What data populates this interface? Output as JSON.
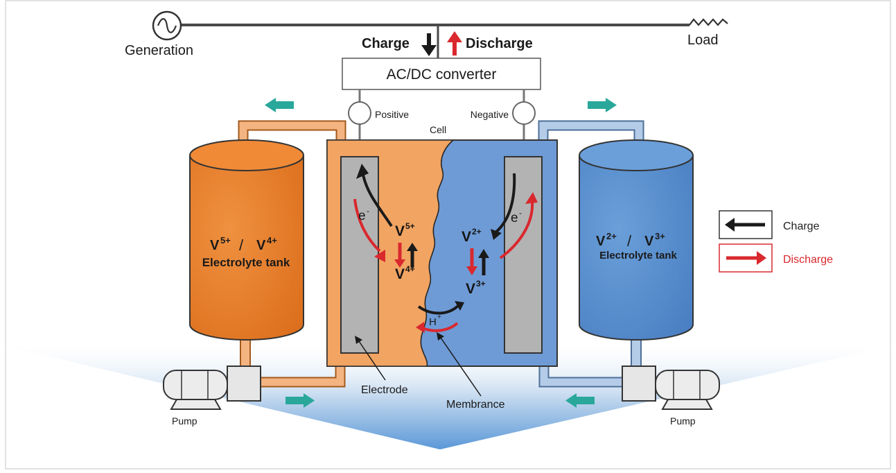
{
  "header": {
    "generation": "Generation",
    "load": "Load",
    "charge": "Charge",
    "discharge": "Discharge",
    "converter": "AC/DC converter"
  },
  "cell": {
    "positive": "Positive",
    "negative": "Negative",
    "cell": "Cell",
    "electrode": "Electrode",
    "membrance": "Membrance",
    "electron_left": "e",
    "electron_right": "e",
    "electron_sup": "-",
    "proton": "H",
    "proton_sup": "+"
  },
  "ions": {
    "left_top": "V",
    "left_top_sup": "5+",
    "left_bottom": "V",
    "left_bottom_sup": "4+",
    "right_top": "V",
    "right_top_sup": "2+",
    "right_bottom": "V",
    "right_bottom_sup": "3+"
  },
  "tanks": {
    "left_line1_a": "V",
    "left_line1_a_sup": "5+",
    "left_sep": "/",
    "left_line1_b": "V",
    "left_line1_b_sup": "4+",
    "left_line2": "Electrolyte tank",
    "right_line1_a": "V",
    "right_line1_a_sup": "2+",
    "right_sep": "/",
    "right_line1_b": "V",
    "right_line1_b_sup": "3+",
    "right_line2": "Electrolyte tank"
  },
  "pumps": {
    "left": "Pump",
    "right": "Pump"
  },
  "legend": {
    "charge": "Charge",
    "discharge": "Discharge"
  },
  "colors": {
    "orange_tank": "#e8812a",
    "orange_cell": "#f2a462",
    "blue_tank": "#5b8fcd",
    "blue_cell": "#6e9bd6",
    "teal_arrow": "#2aa79b",
    "red_arrow": "#d9282e",
    "black_arrow": "#1a1a1a",
    "electrode": "#b3b3b3"
  }
}
